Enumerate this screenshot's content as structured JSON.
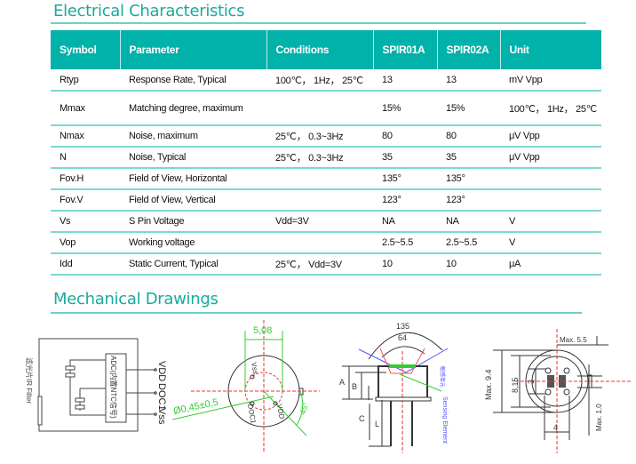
{
  "electrical": {
    "title": "Electrical Characteristics",
    "headers": [
      "Symbol",
      "Parameter",
      "Conditions",
      "SPIR01A",
      "SPIR02A",
      "Unit"
    ],
    "rows": [
      [
        "Rtyp",
        "Response Rate, Typical",
        "100℃， 1Hz， 25℃",
        "13",
        "13",
        "mV Vpp"
      ],
      [
        "Mmax",
        "Matching degree, maximum",
        "",
        "15%",
        "15%",
        "100℃， 1Hz， 25℃"
      ],
      [
        "Nmax",
        "Noise, maximum",
        "25℃， 0.3~3Hz",
        "80",
        "80",
        "μV Vpp"
      ],
      [
        "N",
        "Noise, Typical",
        "25℃， 0.3~3Hz",
        "35",
        "35",
        "μV Vpp"
      ],
      [
        "Fov.H",
        "Field of View, Horizontal",
        "",
        "135°",
        "135°",
        ""
      ],
      [
        "Fov.V",
        "Field of View, Vertical",
        "",
        "123°",
        "123°",
        ""
      ],
      [
        "Vs",
        "S Pin Voltage",
        "Vdd=3V",
        "NA",
        "NA",
        "V"
      ],
      [
        "Vop",
        "Working voltage",
        "",
        "2.5~5.5",
        "2.5~5.5",
        "V"
      ],
      [
        "Idd",
        "Static Current, Typical",
        "25℃， Vdd=3V",
        "10",
        "10",
        "μA"
      ]
    ]
  },
  "mechanical": {
    "title": "Mechanical Drawings",
    "schematic": {
      "filter": "滤光片IR Filter",
      "chip": "ADC(内置NTC信号)",
      "pins": [
        "VDD",
        "DOC1",
        "Vss"
      ]
    },
    "bottom": {
      "pitch": "5,08",
      "diameter": "Ø0,45±0,5",
      "angle": "45°",
      "pins": [
        "Vss",
        "DOC1",
        "VDD"
      ]
    },
    "side": {
      "fov_outer": "135",
      "fov_inner": "64",
      "dims": [
        "A",
        "B",
        "C",
        "L"
      ],
      "element_cn": "敏感单元",
      "element": "Sensing Element"
    },
    "top": {
      "max_w": "Max. 5.5",
      "max_d": "Max. 9.4",
      "d2": "8,15",
      "d3": "3",
      "d4": "4",
      "tab": "Max. 1.0"
    }
  }
}
